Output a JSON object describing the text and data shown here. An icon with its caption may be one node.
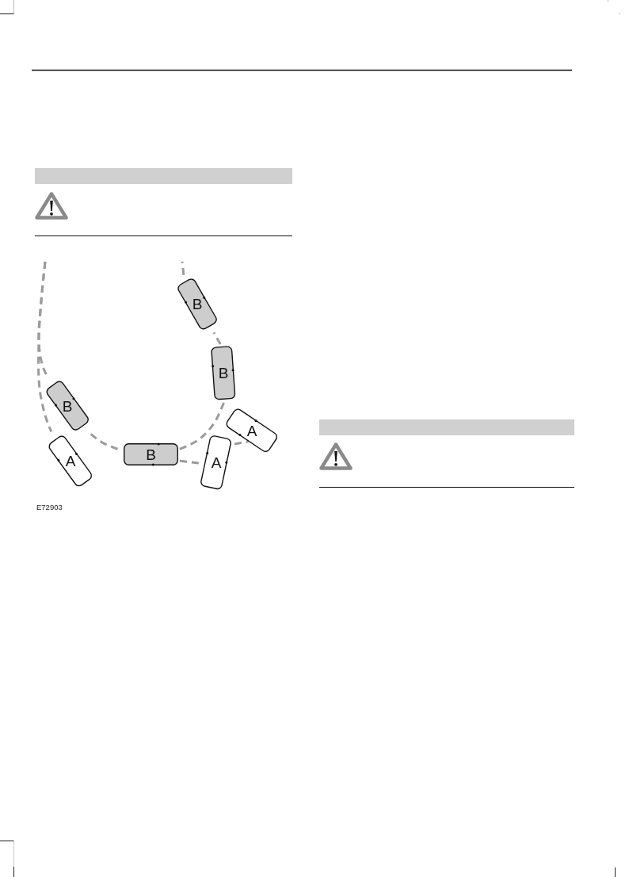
{
  "diagram": {
    "nodes": [
      {
        "text": [],
        "shape": "bar"
      },
      {
        "text": [
          "B"
        ]
      },
      {
        "text": [
          "B"
        ]
      },
      {
        "text": [
          "B"
        ]
      },
      {
        "text": [
          "A"
        ]
      },
      {
        "text": [
          "A"
        ]
      },
      {
        "text": [
          "B"
        ]
      },
      {
        "text": [
          "A"
        ]
      },
      {
        "text": [],
        "shape": "bar"
      }
    ],
    "edges": [
      {
        "from": null,
        "to": 3,
        "arrow": "none",
        "style": "dashed"
      },
      {
        "from": 3,
        "to": 6,
        "arrow": "none",
        "style": "dashed"
      },
      {
        "from": 6,
        "to": 2,
        "arrow": "none",
        "style": "dashed"
      },
      {
        "from": 2,
        "to": 1,
        "arrow": "none",
        "style": "dashed"
      },
      {
        "from": 1,
        "to": null,
        "arrow": "none",
        "style": "dashed"
      },
      {
        "from": null,
        "to": 5,
        "arrow": "none",
        "style": "dashed"
      },
      {
        "from": 6,
        "to": 7,
        "arrow": "none",
        "style": "dashed"
      },
      {
        "from": 7,
        "to": 4,
        "arrow": "none",
        "style": "dashed"
      }
    ],
    "labels": [
      "E72903"
    ]
  }
}
